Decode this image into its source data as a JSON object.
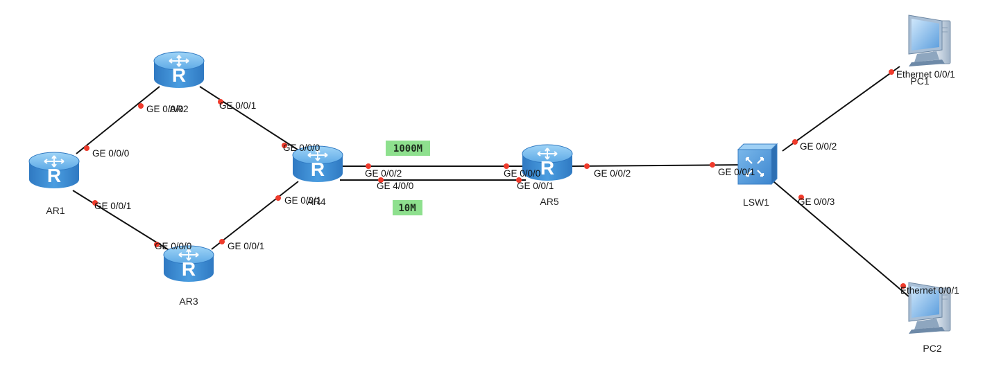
{
  "nodes": {
    "ar1": {
      "label": "AR1",
      "icon": "router-icon"
    },
    "ar2": {
      "label": "AR2",
      "icon": "router-icon"
    },
    "ar3": {
      "label": "AR3",
      "icon": "router-icon"
    },
    "ar4": {
      "label": "AR4",
      "icon": "router-icon"
    },
    "ar5": {
      "label": "AR5",
      "icon": "router-icon"
    },
    "lsw1": {
      "label": "LSW1",
      "icon": "switch-icon"
    },
    "pc1": {
      "label": "PC1",
      "icon": "pc-icon"
    },
    "pc2": {
      "label": "PC2",
      "icon": "pc-icon"
    }
  },
  "ports": {
    "ar1_ge000": "GE 0/0/0",
    "ar1_ge001": "GE 0/0/1",
    "ar2_ge000": "GE 0/0/0",
    "ar2_ge001": "GE 0/0/1",
    "ar3_ge000": "GE 0/0/0",
    "ar3_ge001": "GE 0/0/1",
    "ar4_ge000": "GE 0/0/0",
    "ar4_ge001": "GE 0/0/1",
    "ar4_ge002": "GE 0/0/2",
    "ar4_ge400": "GE 4/0/0",
    "ar5_ge000": "GE 0/0/0",
    "ar5_ge001": "GE 0/0/1",
    "ar5_ge002": "GE 0/0/2",
    "lsw1_ge001": "GE 0/0/1",
    "lsw1_ge002": "GE 0/0/2",
    "lsw1_ge003": "GE 0/0/3",
    "pc1_eth": "Ethernet 0/0/1",
    "pc2_eth": "Ethernet 0/0/1"
  },
  "bandwidth": {
    "top": "1000M",
    "bottom": "10M",
    "badge_color": "#8ee08e"
  },
  "colors": {
    "link": "#111111",
    "port_dot": "#ef3b2c",
    "router_body": "#3f8fd3",
    "router_top": "#7dc0f0"
  }
}
